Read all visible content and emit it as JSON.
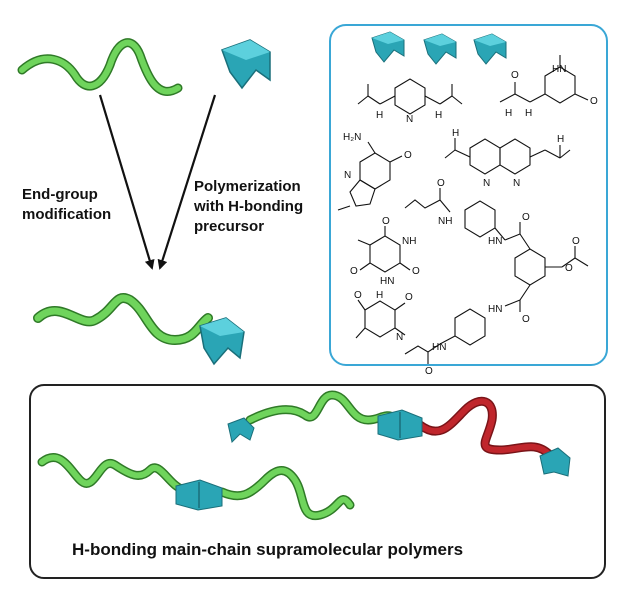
{
  "labels": {
    "end_group_line1": "End-group",
    "end_group_line2": "modification",
    "polymerization_line1": "Polymerization",
    "polymerization_line2": "with H-bonding",
    "polymerization_line3": "precursor",
    "bottom_caption": "H-bonding main-chain supramolecular polymers"
  },
  "chem_text": {
    "h": "H",
    "nh": "NH",
    "hn": "HN",
    "n": "N",
    "o": "O",
    "h2n": "H₂N"
  },
  "colors": {
    "polymer_green": "#5cc24c",
    "polymer_red": "#c0262c",
    "hbond_unit_teal": "#2aa5b5",
    "panel_border_blue": "#3aa7d6",
    "panel_border_dark": "#222222"
  },
  "icons": [
    "green-polymer-chain",
    "teal-hbond-unit",
    "arrow",
    "red-polymer-chain"
  ]
}
